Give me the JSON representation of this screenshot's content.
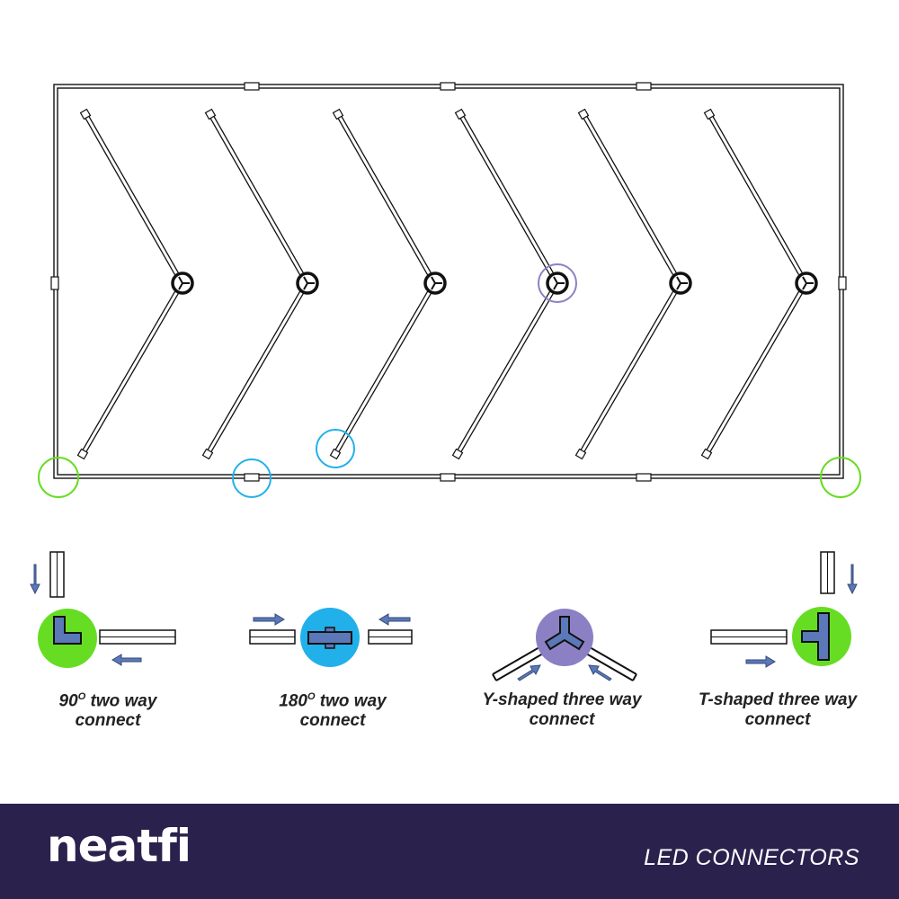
{
  "colors": {
    "angle_90": "#66dd22",
    "straight_180": "#22b0ea",
    "y_shaped": "#8c80c4",
    "t_shaped": "#66dd22",
    "arrow": "#5b78b8",
    "footer_bg": "#2b214d",
    "footer_text": "#ffffff"
  },
  "connectors": [
    {
      "id": "angle-90",
      "label_main": "90",
      "label_sup": "O",
      "label_rest": " two way",
      "label_line2": "connect"
    },
    {
      "id": "straight-180",
      "label_main": "180",
      "label_sup": "O",
      "label_rest": " two way",
      "label_line2": "connect"
    },
    {
      "id": "y-shaped",
      "label_main": "Y-shaped three way",
      "label_line2": "connect"
    },
    {
      "id": "t-shaped",
      "label_main": "T-shaped three way",
      "label_line2": "connect"
    }
  ],
  "footer": {
    "brand": "neatfi",
    "title": "LED CONNECTORS"
  }
}
